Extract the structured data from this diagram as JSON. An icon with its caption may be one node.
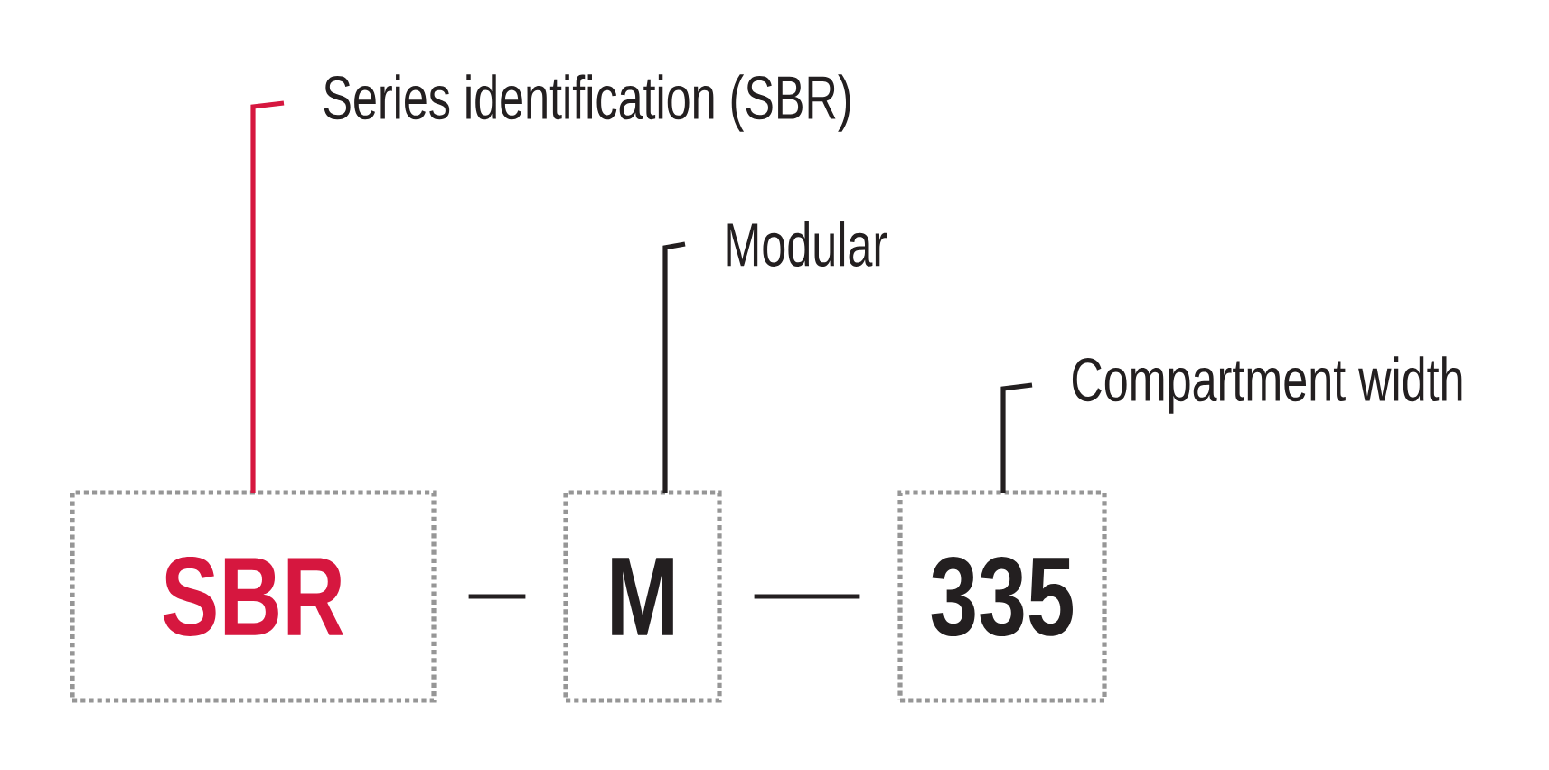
{
  "diagram": {
    "nodes": [
      {
        "text": [
          "SBR"
        ]
      },
      {
        "text": [
          "M"
        ]
      },
      {
        "text": [
          "335"
        ]
      },
      {
        "text": [
          "Series identification (SBR)"
        ]
      },
      {
        "text": [
          "Modular"
        ]
      },
      {
        "text": [
          "Compartment width"
        ]
      }
    ],
    "edges": [
      {
        "from": 0,
        "to": 1,
        "arrow": "none"
      },
      {
        "from": 1,
        "to": 2,
        "arrow": "none"
      },
      {
        "from": 3,
        "to": 0,
        "arrow": "none",
        "color": "#d6173f"
      },
      {
        "from": 4,
        "to": 1,
        "arrow": "none"
      },
      {
        "from": 5,
        "to": 2,
        "arrow": "none"
      }
    ]
  }
}
